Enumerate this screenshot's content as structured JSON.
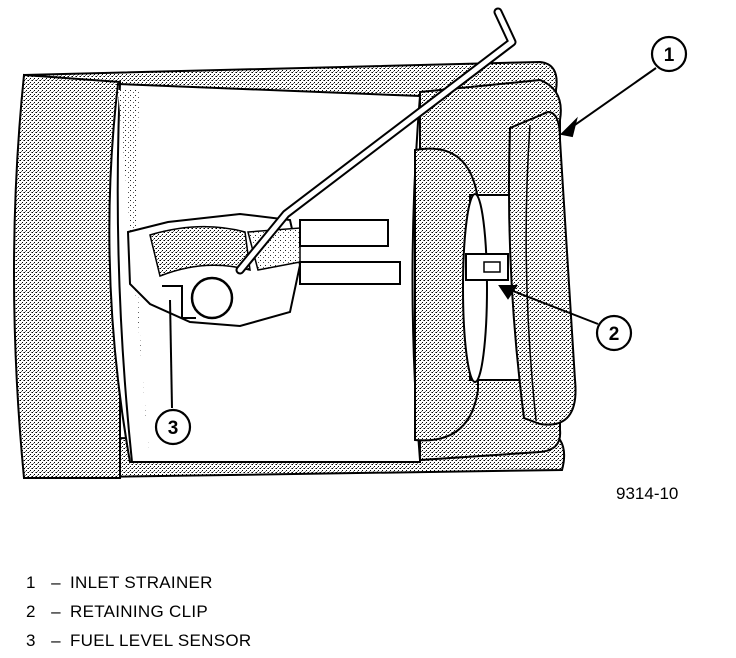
{
  "figure_id": "9314-10",
  "callouts": [
    {
      "number": "1",
      "label": "INLET STRAINER"
    },
    {
      "number": "2",
      "label": "RETAINING CLIP"
    },
    {
      "number": "3",
      "label": "FUEL LEVEL SENSOR"
    }
  ],
  "legend_separator": "–"
}
